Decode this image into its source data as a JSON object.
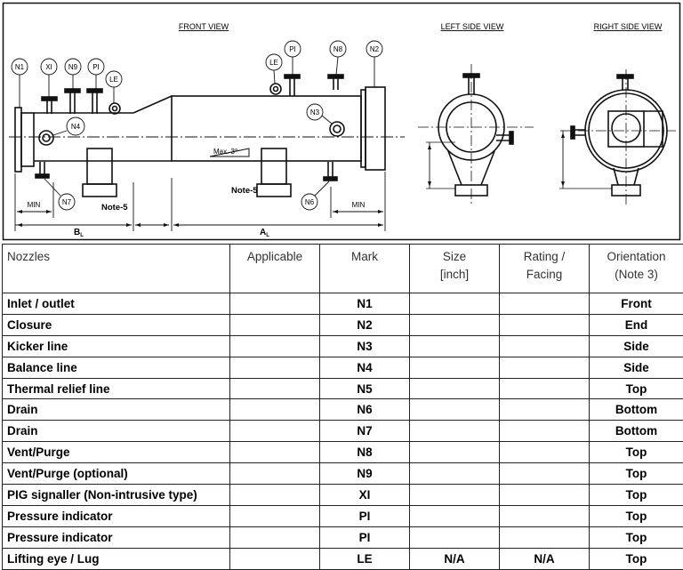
{
  "drawing": {
    "views": {
      "front": "FRONT VIEW",
      "left": "LEFT SIDE VIEW",
      "right": "RIGHT SIDE VIEW"
    },
    "callouts": {
      "n1": "N1",
      "xi": "XI",
      "n9": "N9",
      "pi_left": "PI",
      "le_left": "LE",
      "n4": "N4",
      "n7": "N7",
      "le_right": "LE",
      "pi_right": "PI",
      "n8": "N8",
      "n2": "N2",
      "n3": "N3",
      "n6": "N6"
    },
    "notes": {
      "note5_left": "Note-5",
      "note5_right": "Note-5",
      "max_slope": "Max. 3°"
    },
    "dims": {
      "min_left": "MIN",
      "min_right": "MIN",
      "bl": "B",
      "bl_sub": "L",
      "al": "A",
      "al_sub": "L"
    }
  },
  "table": {
    "headers": {
      "nozzles": "Nozzles",
      "applicable": "Applicable",
      "mark": "Mark",
      "size": "Size",
      "size2": "[inch]",
      "rating": "Rating /",
      "rating2": "Facing",
      "orientation": "Orientation",
      "orientation2": "(Note 3)"
    },
    "rows": [
      {
        "nozzle": "Inlet / outlet",
        "applicable": "",
        "mark": "N1",
        "size": "",
        "rating": "",
        "orientation": "Front"
      },
      {
        "nozzle": "Closure",
        "applicable": "",
        "mark": "N2",
        "size": "",
        "rating": "",
        "orientation": "End"
      },
      {
        "nozzle": "Kicker line",
        "applicable": "",
        "mark": "N3",
        "size": "",
        "rating": "",
        "orientation": "Side"
      },
      {
        "nozzle": "Balance line",
        "applicable": "",
        "mark": "N4",
        "size": "",
        "rating": "",
        "orientation": "Side"
      },
      {
        "nozzle": "Thermal relief line",
        "applicable": "",
        "mark": "N5",
        "size": "",
        "rating": "",
        "orientation": "Top"
      },
      {
        "nozzle": "Drain",
        "applicable": "",
        "mark": "N6",
        "size": "",
        "rating": "",
        "orientation": "Bottom"
      },
      {
        "nozzle": "Drain",
        "applicable": "",
        "mark": "N7",
        "size": "",
        "rating": "",
        "orientation": "Bottom"
      },
      {
        "nozzle": "Vent/Purge",
        "applicable": "",
        "mark": "N8",
        "size": "",
        "rating": "",
        "orientation": "Top"
      },
      {
        "nozzle": "Vent/Purge (optional)",
        "applicable": "",
        "mark": "N9",
        "size": "",
        "rating": "",
        "orientation": "Top"
      },
      {
        "nozzle": "PIG signaller (Non-intrusive type)",
        "applicable": "",
        "mark": "XI",
        "size": "",
        "rating": "",
        "orientation": "Top"
      },
      {
        "nozzle": "Pressure indicator",
        "applicable": "",
        "mark": "PI",
        "size": "",
        "rating": "",
        "orientation": "Top"
      },
      {
        "nozzle": "Pressure indicator",
        "applicable": "",
        "mark": "PI",
        "size": "",
        "rating": "",
        "orientation": "Top"
      },
      {
        "nozzle": "Lifting eye / Lug",
        "applicable": "",
        "mark": "LE",
        "size": "N/A",
        "rating": "N/A",
        "orientation": "Top"
      }
    ]
  }
}
